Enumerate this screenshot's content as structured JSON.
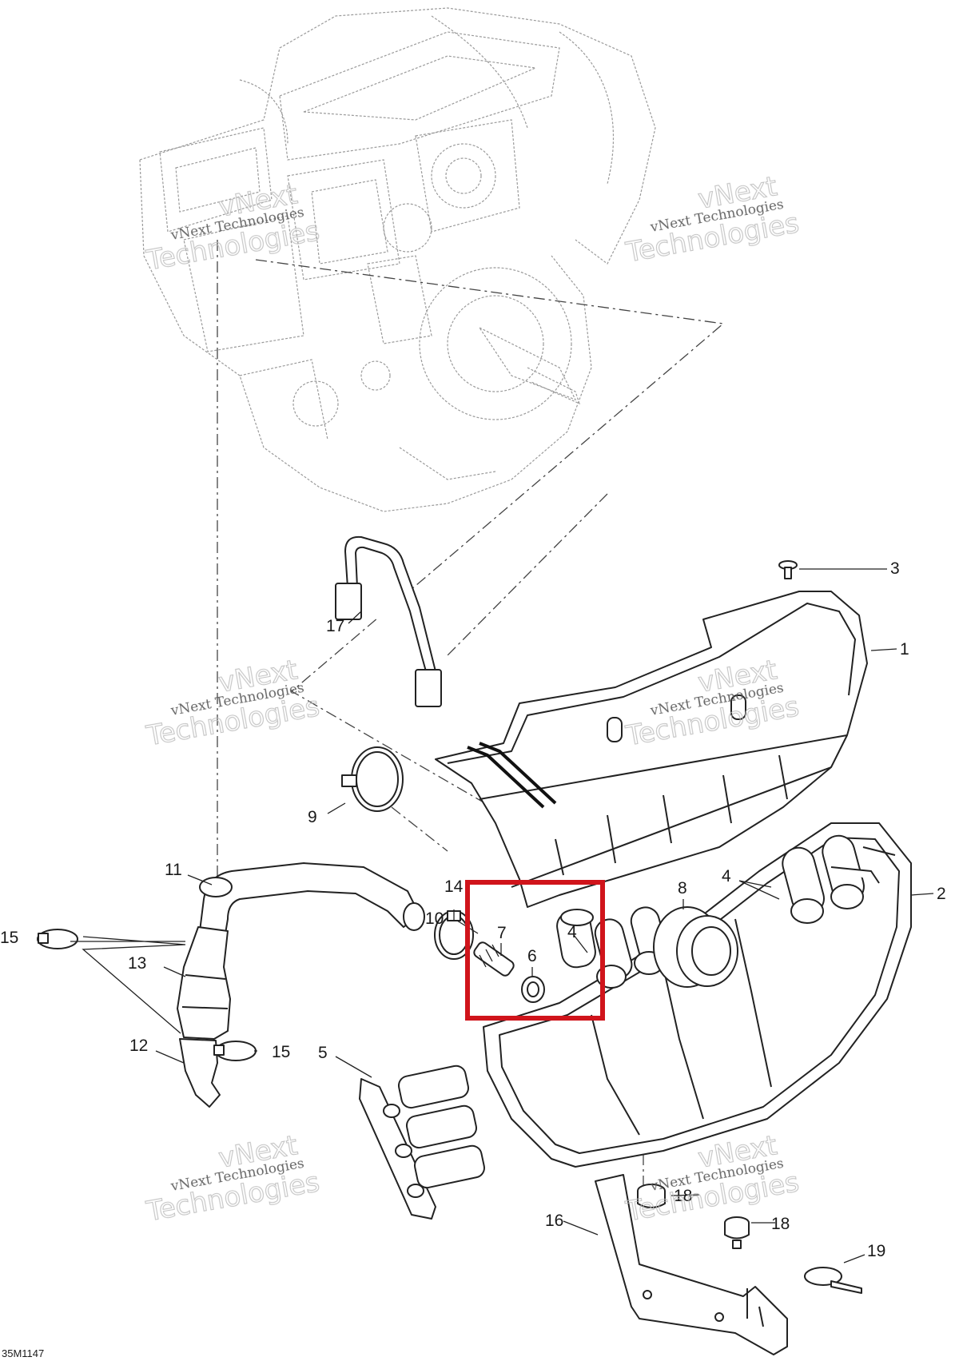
{
  "figure_code": "35M1147",
  "watermark": {
    "line1": "vNext Technologies",
    "line2": "vNext",
    "line3": "Technologies"
  },
  "highlight_color": "#d0141b",
  "callouts": [
    {
      "id": "c1",
      "label": "1"
    },
    {
      "id": "c2",
      "label": "2"
    },
    {
      "id": "c3",
      "label": "3"
    },
    {
      "id": "c4a",
      "label": "4"
    },
    {
      "id": "c4b",
      "label": "4"
    },
    {
      "id": "c5",
      "label": "5"
    },
    {
      "id": "c6",
      "label": "6"
    },
    {
      "id": "c7",
      "label": "7"
    },
    {
      "id": "c8",
      "label": "8"
    },
    {
      "id": "c9",
      "label": "9"
    },
    {
      "id": "c10",
      "label": "10"
    },
    {
      "id": "c11",
      "label": "11"
    },
    {
      "id": "c12",
      "label": "12"
    },
    {
      "id": "c13",
      "label": "13"
    },
    {
      "id": "c14",
      "label": "14"
    },
    {
      "id": "c15a",
      "label": "15"
    },
    {
      "id": "c15b",
      "label": "15"
    },
    {
      "id": "c16",
      "label": "16"
    },
    {
      "id": "c17",
      "label": "17"
    },
    {
      "id": "c18a",
      "label": "18"
    },
    {
      "id": "c18b",
      "label": "18"
    },
    {
      "id": "c19",
      "label": "19"
    }
  ]
}
